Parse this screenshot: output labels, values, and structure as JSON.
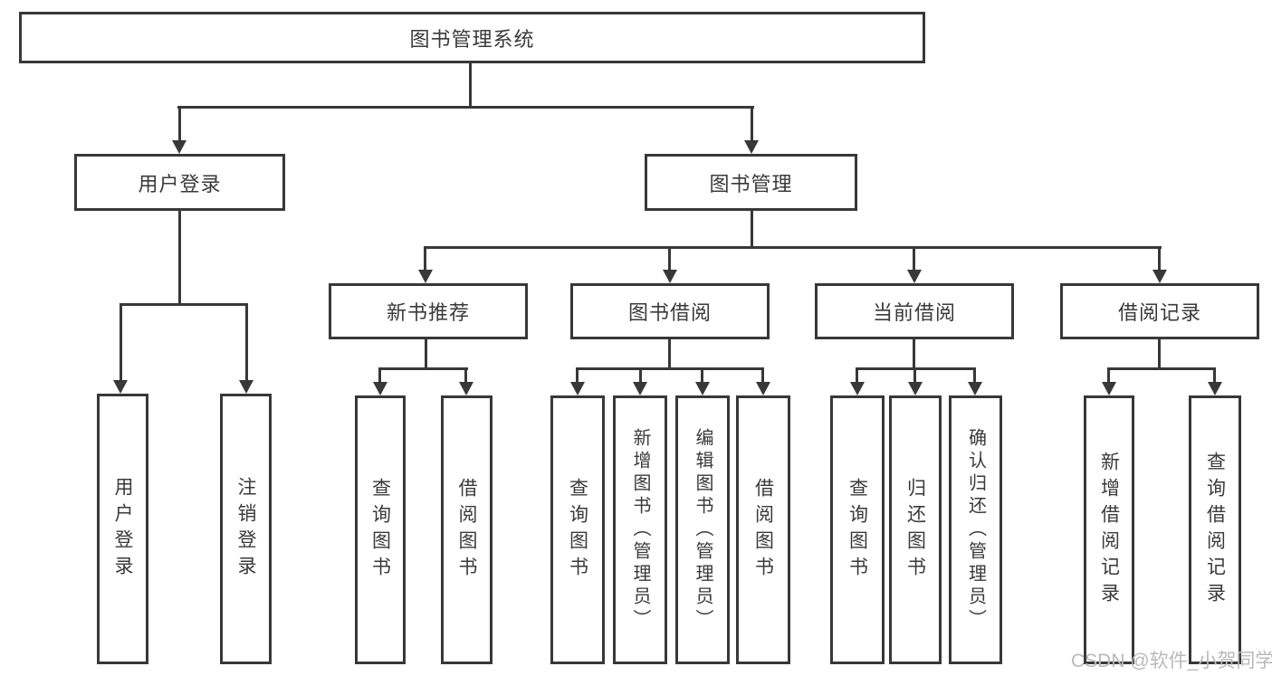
{
  "colors": {
    "line": "#383838",
    "text": "#3a3a3a",
    "background": "#ffffff",
    "watermark": "#b9b9b9"
  },
  "watermark": {
    "text": "CSDN @软件_小贺同学"
  },
  "nodes": {
    "root": {
      "label": "图书管理系统"
    },
    "user_login": {
      "label": "用户登录"
    },
    "book_mgmt": {
      "label": "图书管理"
    },
    "new_book_rec": {
      "label": "新书推荐"
    },
    "book_borrow": {
      "label": "图书借阅"
    },
    "current_borrow": {
      "label": "当前借阅"
    },
    "borrow_record": {
      "label": "借阅记录"
    },
    "leaf_user_login": {
      "label": "用户登录"
    },
    "leaf_logout": {
      "label": "注销登录"
    },
    "leaf_rec_query": {
      "label": "查询图书"
    },
    "leaf_rec_borrow": {
      "label": "借阅图书"
    },
    "leaf_bb_query": {
      "label": "查询图书"
    },
    "leaf_bb_add": {
      "label": "新增图书（管理员）"
    },
    "leaf_bb_edit": {
      "label": "编辑图书（管理员）"
    },
    "leaf_bb_borrow": {
      "label": "借阅图书"
    },
    "leaf_cb_query": {
      "label": "查询图书"
    },
    "leaf_cb_return": {
      "label": "归还图书"
    },
    "leaf_cb_confirm": {
      "label": "确认归还（管理员）"
    },
    "leaf_br_add": {
      "label": "新增借阅记录"
    },
    "leaf_br_query": {
      "label": "查询借阅记录"
    }
  }
}
